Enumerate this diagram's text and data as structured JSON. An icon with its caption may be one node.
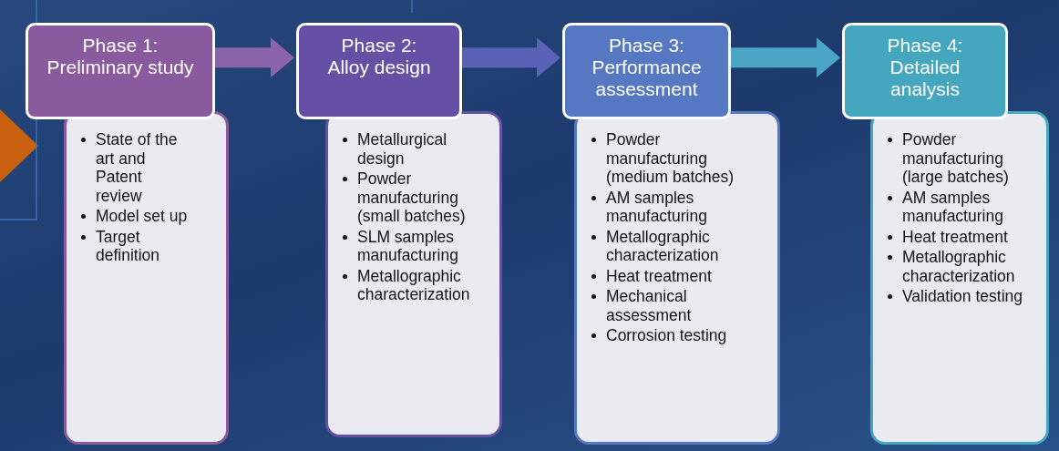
{
  "diagram": {
    "nodes": [
      {
        "text": [
          "Phase 1: Preliminary study"
        ]
      },
      {
        "text": [
          "State of the art and Patent review",
          "Model set up",
          "Target definition"
        ]
      },
      {
        "text": [
          "Phase 2: Alloy design"
        ]
      },
      {
        "text": [
          "Metallurgical design",
          "Powder manufacturing (small batches)",
          "SLM samples manufacturing",
          "Metallographic characterization"
        ]
      },
      {
        "text": [
          "Phase 3: Performance assessment"
        ]
      },
      {
        "text": [
          "Powder manufacturing (medium batches)",
          "AM samples manufacturing",
          "Metallographic characterization",
          "Heat treatment",
          "Mechanical assessment",
          "Corrosion testing"
        ]
      },
      {
        "text": [
          "Phase 4: Detailed analysis"
        ]
      },
      {
        "text": [
          "Powder manufacturing (large batches)",
          "AM samples manufacturing",
          "Heat treatment",
          "Metallographic characterization",
          "Validation testing"
        ]
      }
    ],
    "edges": [
      {
        "from": 0,
        "to": 2,
        "arrow": "to",
        "color": "#8a63a8"
      },
      {
        "from": 2,
        "to": 4,
        "arrow": "to",
        "color": "#5a62b8"
      },
      {
        "from": 4,
        "to": 6,
        "arrow": "to",
        "color": "#4aa6c4"
      }
    ]
  }
}
